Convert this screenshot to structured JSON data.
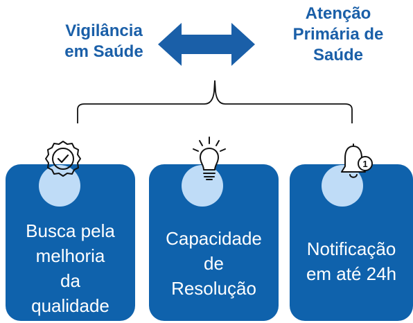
{
  "header": {
    "left_heading": "Vigilância\nem Saúde",
    "right_heading": "Atenção\nPrimária de\nSaúde"
  },
  "connector": {
    "arrow_icon": "double-arrow-icon",
    "bracket_icon": "curly-brace-icon"
  },
  "cards": [
    {
      "icon": "award-badge-icon",
      "label": "Busca pela\nmelhoria\nda\nqualidade"
    },
    {
      "icon": "lightbulb-icon",
      "label": "Capacidade\nde\nResolução"
    },
    {
      "icon": "bell-notification-icon",
      "label": "Notificação\nem até 24h",
      "badge": "1"
    }
  ],
  "colors": {
    "heading": "#1a5fa8",
    "card": "#0f62ac",
    "bubble": "#bfdcf7",
    "arrow": "#1a5fa8"
  }
}
